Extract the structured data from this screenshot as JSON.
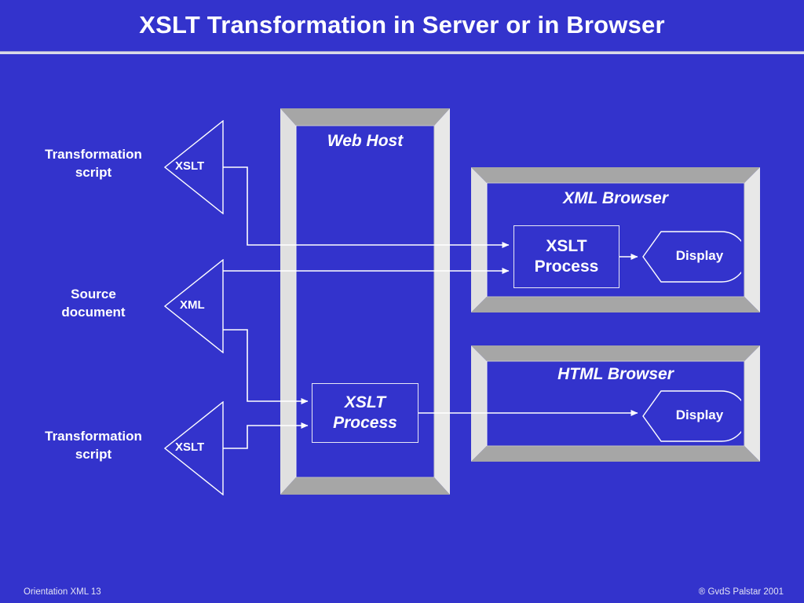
{
  "slide": {
    "title": "XSLT Transformation in Server or in Browser",
    "background_color": "#3333CC",
    "text_color": "#FFFFFF",
    "frame_color": "#A6A6A6"
  },
  "labels": {
    "xslt_top": "Transformation\nscript",
    "xslt_top_line1": "Transformation",
    "xslt_top_line2": "script",
    "xml_line1": "Source",
    "xml_line2": "document",
    "xslt_bottom_line1": "Transformation",
    "xslt_bottom_line2": "script"
  },
  "shapes": {
    "triangle_xslt_top": "XSLT",
    "triangle_xml": "XML",
    "triangle_xslt_bottom": "XSLT"
  },
  "web_host": {
    "title": "Web Host",
    "process": {
      "line1": "XSLT",
      "line2": "Process"
    }
  },
  "xml_browser": {
    "title": "XML Browser",
    "process": {
      "line1": "XSLT",
      "line2": "Process"
    },
    "display": "Display"
  },
  "html_browser": {
    "title": "HTML Browser",
    "display": "Display"
  },
  "footer": {
    "left": "Orientation XML   13",
    "right": "® GvdS Palstar 2001"
  }
}
